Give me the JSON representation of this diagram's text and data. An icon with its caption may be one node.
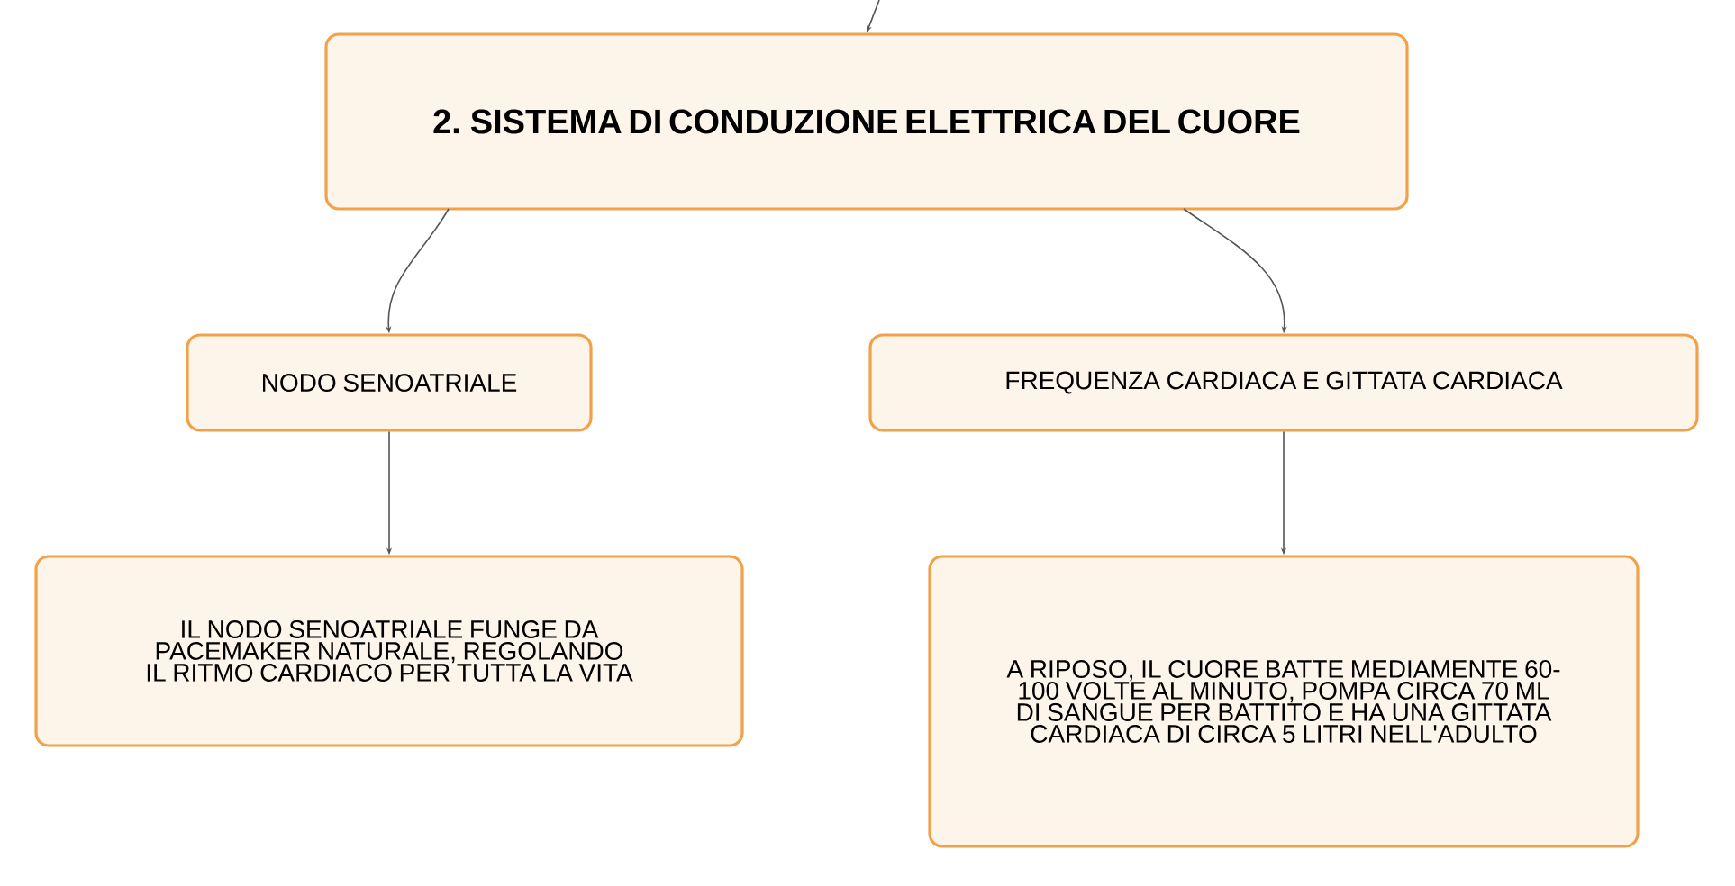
{
  "diagram": {
    "nodes": [
      {
        "text": [
          "2. SISTEMA DI CONDUZIONE ELETTRICA DEL CUORE"
        ]
      },
      {
        "text": [
          "NODO SENOATRIALE"
        ]
      },
      {
        "text": [
          "FREQUENZA CARDIACA E GITTATA CARDIACA"
        ]
      },
      {
        "text": [
          "IL NODO SENOATRIALE FUNGE DA PACEMAKER NATURALE, REGOLANDO IL RITMO CARDIACO PER TUTTA LA VITA"
        ]
      },
      {
        "text": [
          "A RIPOSO, IL CUORE BATTE MEDIAMENTE 60-100 VOLTE AL MINUTO, POMPA CIRCA 70 ML DI SANGUE PER BATTITO E HA UNA GITTATA CARDIACA DI CIRCA 5 LITRI NELL'ADULTO"
        ]
      }
    ],
    "edges": [
      {
        "from": null,
        "to": 0,
        "arrow": "to"
      },
      {
        "from": 0,
        "to": 1,
        "arrow": "to"
      },
      {
        "from": 0,
        "to": 2,
        "arrow": "to"
      },
      {
        "from": 1,
        "to": 3,
        "arrow": "to"
      },
      {
        "from": 2,
        "to": 4,
        "arrow": "to"
      }
    ]
  }
}
